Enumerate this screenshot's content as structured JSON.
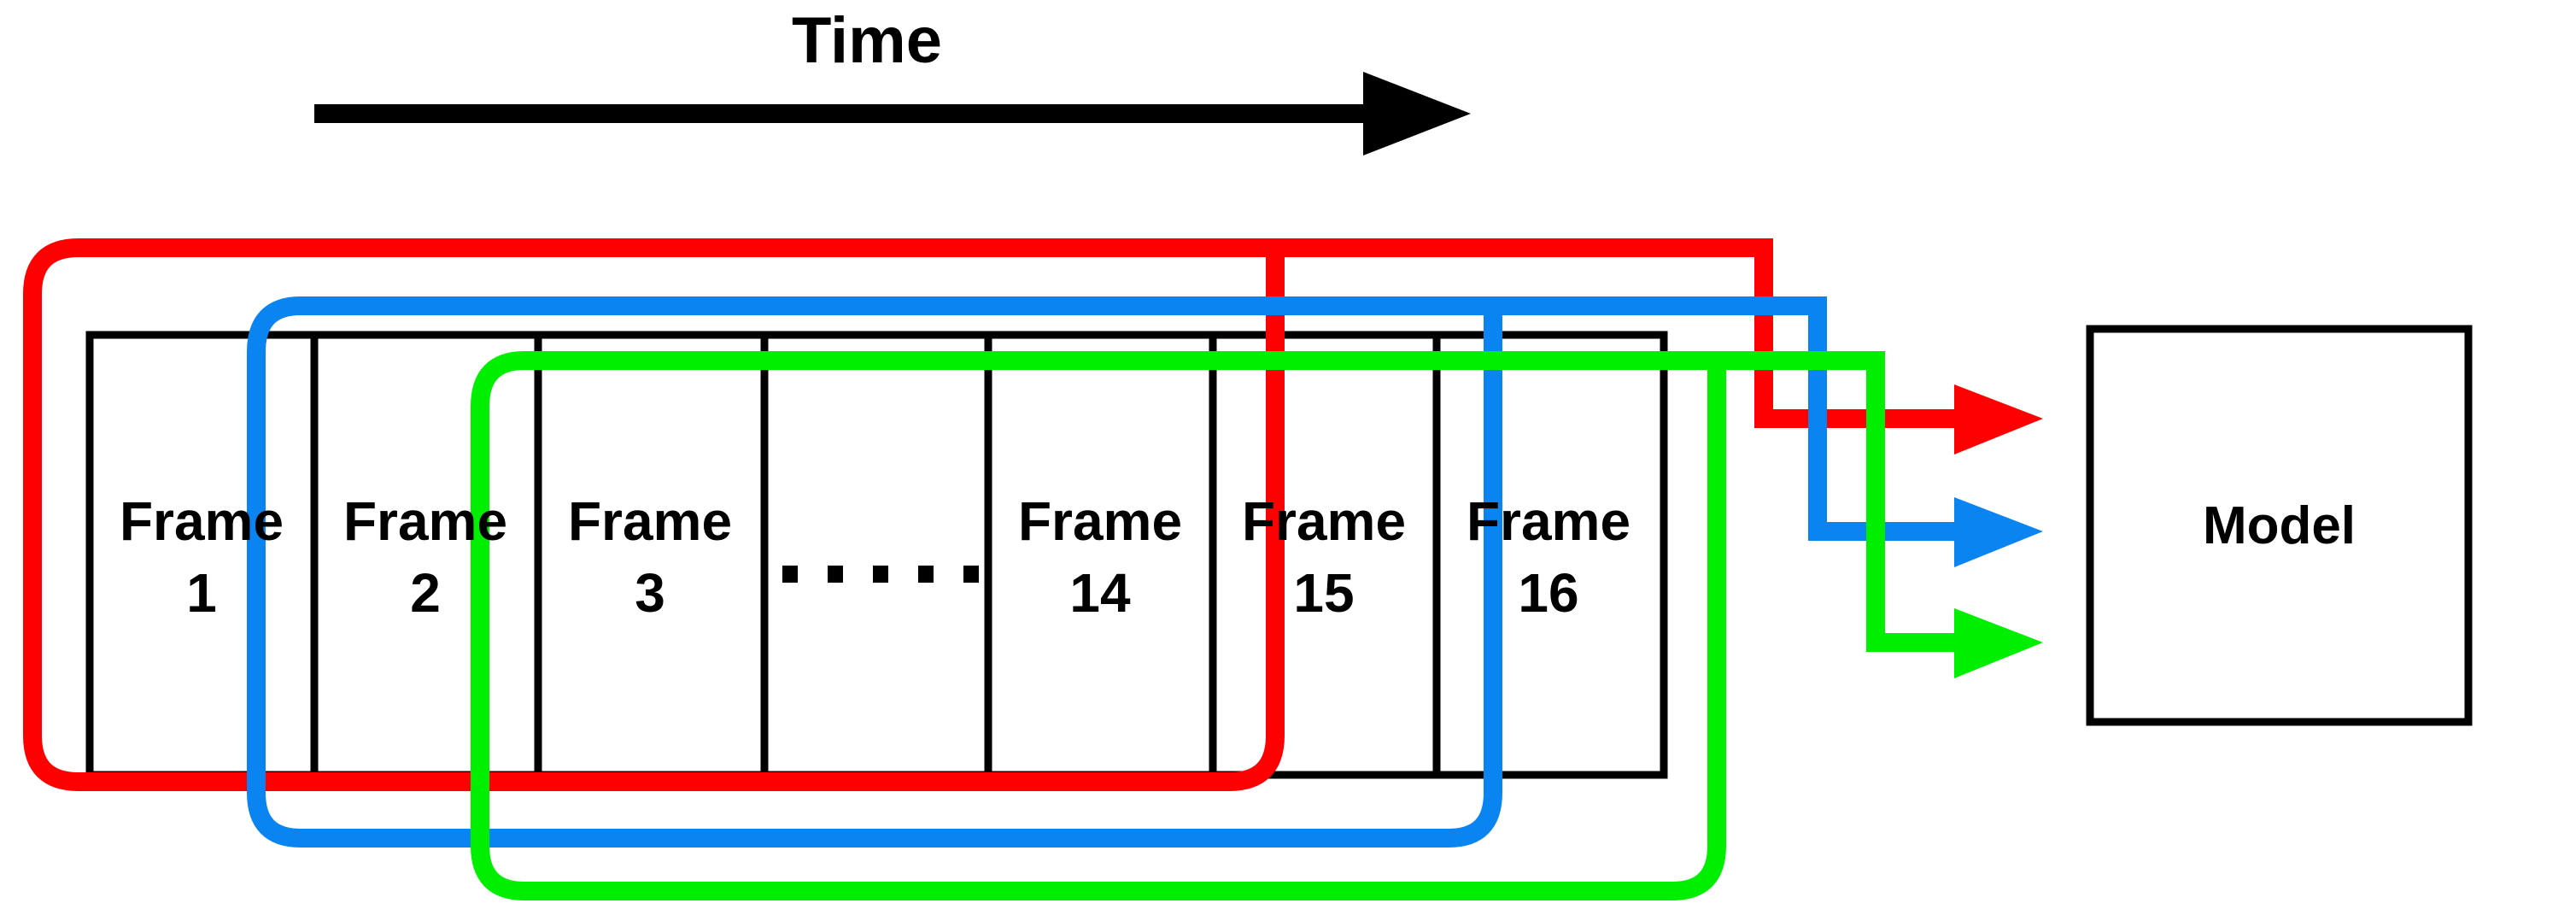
{
  "diagram": {
    "title": "Sliding window of video frames fed to a model",
    "time_axis": {
      "label": "Time",
      "arrow": "right-arrow",
      "color": "#000000"
    },
    "frame_strip": {
      "cells": [
        {
          "word": "Frame",
          "number": "1"
        },
        {
          "word": "Frame",
          "number": "2"
        },
        {
          "word": "Frame",
          "number": "3"
        },
        {
          "word": "",
          "number": ""
        },
        {
          "word": "Frame",
          "number": "14"
        },
        {
          "word": "Frame",
          "number": "15"
        },
        {
          "word": "Frame",
          "number": "16"
        }
      ],
      "ellipsis": ". . . . .",
      "border_color": "#000000"
    },
    "windows": [
      {
        "name": "window-red",
        "color": "#FF0000",
        "covers": "Frame 1 to Frame 14"
      },
      {
        "name": "window-blue",
        "color": "#0A84F0",
        "covers": "Frame 2 to Frame 15"
      },
      {
        "name": "window-green",
        "color": "#00EE00",
        "covers": "Frame 3 to Frame 16"
      }
    ],
    "model": {
      "label": "Model",
      "border_color": "#000000"
    },
    "colors": {
      "red": "#FF0000",
      "blue": "#0A84F0",
      "green": "#00EE00",
      "black": "#000000",
      "background": "#FFFFFF"
    }
  },
  "chart_data": {
    "type": "diagram",
    "title": "Sliding window of 14 frames over a 16-frame sequence routed into a Model",
    "nodes": [
      {
        "id": "frame-strip",
        "label": "Frame 1 ... Frame 16",
        "shape": "segmented-rectangle"
      },
      {
        "id": "model",
        "label": "Model",
        "shape": "rectangle"
      }
    ],
    "edges": [
      {
        "from": "window-red",
        "to": "model",
        "color": "#FF0000"
      },
      {
        "from": "window-blue",
        "to": "model",
        "color": "#0A84F0"
      },
      {
        "from": "window-green",
        "to": "model",
        "color": "#00EE00"
      }
    ],
    "annotations": [
      "Time"
    ]
  }
}
